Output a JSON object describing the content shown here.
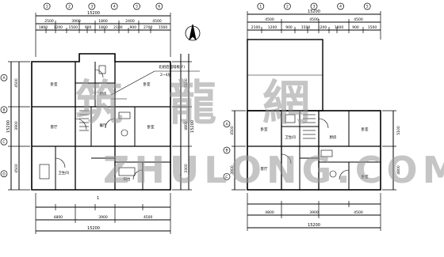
{
  "watermark": {
    "chinese": "筑龍網",
    "latin": "ZHULONG.COM"
  },
  "north_arrow": {
    "icon": "north-arrow-icon"
  },
  "left_plan": {
    "top_overall": "15200",
    "top_segments": [
      "2500",
      "3900",
      "1800",
      "2400",
      "4500"
    ],
    "top_fine": [
      "1800",
      "1200",
      "1500",
      "900",
      "1800",
      "2100",
      "900",
      "2700",
      "1500"
    ],
    "bottom_overall": "15200",
    "bottom_segments": [
      "4800",
      "3900",
      "4500"
    ],
    "left_dims": [
      "4500",
      "3900",
      "4500"
    ],
    "left_overall": "15200",
    "right_dims": [
      "5100",
      "4800",
      "3300"
    ],
    "right_overall": "15200",
    "callout": "北组后面墙板(F)",
    "callout_sub": "2~4层",
    "room_labels": [
      "卧室",
      "客厅",
      "卧室",
      "卧室",
      "餐厅",
      "厨房",
      "卫生间",
      "阳台"
    ],
    "level_mark": "1"
  },
  "right_plan": {
    "top_overall": "15200",
    "top_segments": [
      "4500",
      "4500",
      "4500"
    ],
    "top_fine": [
      "2100",
      "1200",
      "900",
      "1500",
      "1200",
      "1800",
      "900",
      "1500"
    ],
    "bottom_overall": "15200",
    "bottom_segments": [
      "4800",
      "3900",
      "4500"
    ],
    "left_dims": [
      "4500",
      "3900"
    ],
    "right_dims": [
      "5100",
      "4800"
    ],
    "room_labels": [
      "卧室",
      "客厅",
      "卧室",
      "卧室",
      "厨房",
      "卫生间"
    ]
  },
  "axis_bubbles": {
    "left_top": [
      "1",
      "2",
      "3",
      "4",
      "5",
      "6"
    ],
    "left_side": [
      "A",
      "B",
      "C",
      "D"
    ],
    "right_top": [
      "1",
      "2",
      "3",
      "4",
      "5"
    ],
    "right_side": [
      "A",
      "B",
      "C"
    ]
  }
}
